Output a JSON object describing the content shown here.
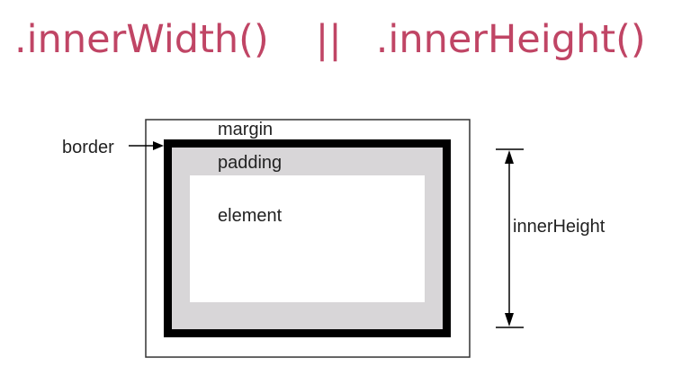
{
  "title": {
    "left": ".innerWidth()",
    "separator": "||",
    "right": ".innerHeight()",
    "color": "#c04565"
  },
  "diagram": {
    "labels": {
      "margin": "margin",
      "border": "border",
      "padding": "padding",
      "element": "element",
      "dimension": "innerHeight"
    },
    "colors": {
      "border": "#000000",
      "padding": "#d8d6d8",
      "element": "#ffffff",
      "outline": "#333333"
    }
  }
}
